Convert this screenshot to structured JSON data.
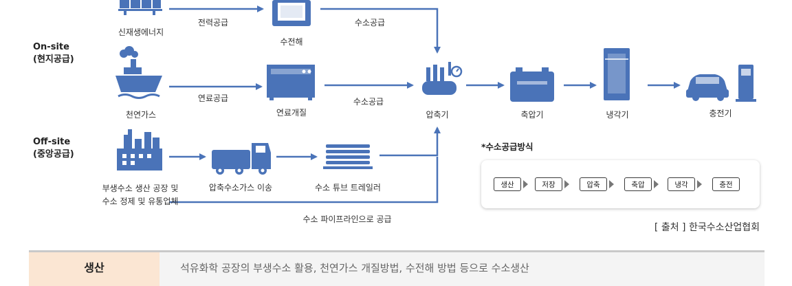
{
  "diagram": {
    "sections": {
      "onsite_title": "On-site",
      "onsite_sub": "(현지공급)",
      "offsite_title": "Off-site",
      "offsite_sub": "(중앙공급)"
    },
    "nodes": {
      "renewable": "신재생에너지",
      "electrolysis": "수전해",
      "natural_gas": "천연가스",
      "reforming": "연료개질",
      "byproduct_line1": "부생수소 생산 공장 및",
      "byproduct_line2": "수소 정제 및 유통업체",
      "compressed_transport": "압축수소가스 이송",
      "tube_trailer": "수소 튜브 트레일러",
      "compressor": "압축기",
      "accumulator": "축압기",
      "cooler": "냉각기",
      "dispenser": "충전기"
    },
    "edges": {
      "power_supply": "전력공급",
      "hydrogen_supply_1": "수소공급",
      "fuel_supply": "연료공급",
      "hydrogen_supply_2": "수소공급",
      "pipeline_supply": "수소 파이프라인으로 공급"
    },
    "legend": {
      "title": "*수소공급방식",
      "steps": [
        "생산",
        "저장",
        "압축",
        "축압",
        "냉각",
        "충전"
      ]
    },
    "source": "[ 출처 ] 한국수소산업협회",
    "colors": {
      "primary": "#4a73b8",
      "table_head": "#fbe6d3",
      "table_cell": "#f4f4f4"
    }
  },
  "table": {
    "header": "생산",
    "description": "석유화학 공장의 부생수소 활용, 천연가스 개질방법, 수전해 방법 등으로 수소생산"
  }
}
